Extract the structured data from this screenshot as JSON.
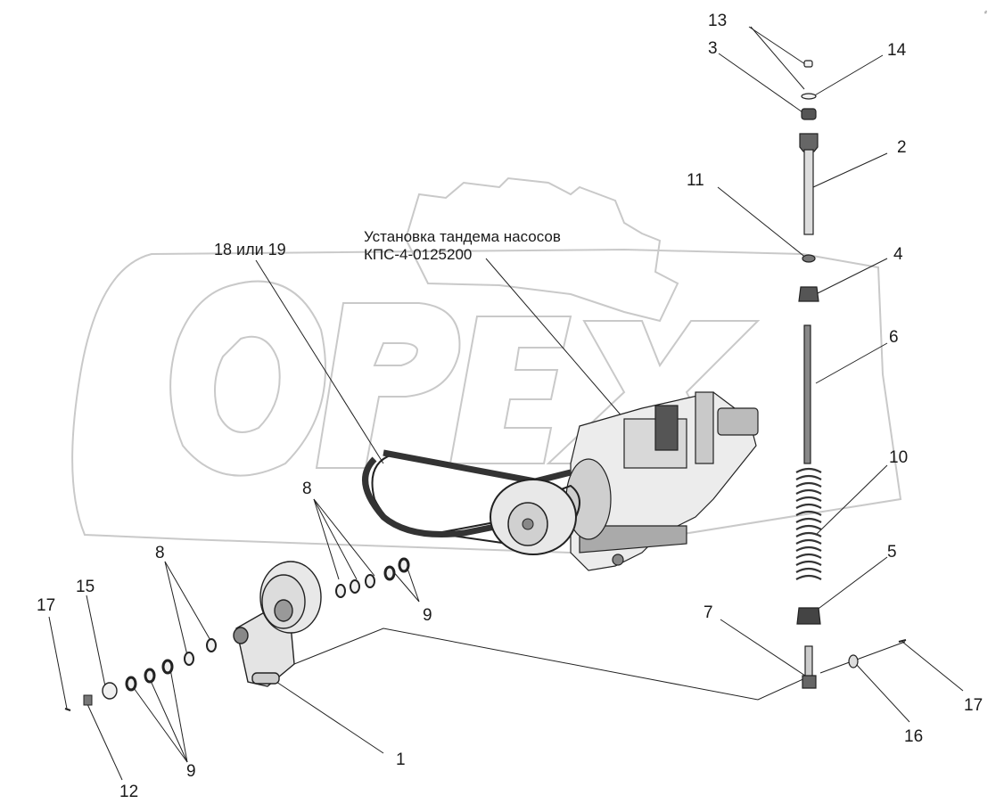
{
  "diagram": {
    "assembly_label": {
      "line1": "Установка тандема насосов",
      "line2": "КПС-4-0125200"
    },
    "belt_label": "18 или 19",
    "watermark_logo": "OPEX",
    "callouts": [
      {
        "id": "c1",
        "text": "1"
      },
      {
        "id": "c2",
        "text": "2"
      },
      {
        "id": "c3",
        "text": "3"
      },
      {
        "id": "c4",
        "text": "4"
      },
      {
        "id": "c5",
        "text": "5"
      },
      {
        "id": "c6",
        "text": "6"
      },
      {
        "id": "c7",
        "text": "7"
      },
      {
        "id": "c8a",
        "text": "8"
      },
      {
        "id": "c8b",
        "text": "8"
      },
      {
        "id": "c9a",
        "text": "9"
      },
      {
        "id": "c9b",
        "text": "9"
      },
      {
        "id": "c10",
        "text": "10"
      },
      {
        "id": "c11",
        "text": "11"
      },
      {
        "id": "c12",
        "text": "12"
      },
      {
        "id": "c13",
        "text": "13"
      },
      {
        "id": "c14",
        "text": "14"
      },
      {
        "id": "c15",
        "text": "15"
      },
      {
        "id": "c16",
        "text": "16"
      },
      {
        "id": "c17a",
        "text": "17"
      },
      {
        "id": "c17b",
        "text": "17"
      }
    ]
  }
}
